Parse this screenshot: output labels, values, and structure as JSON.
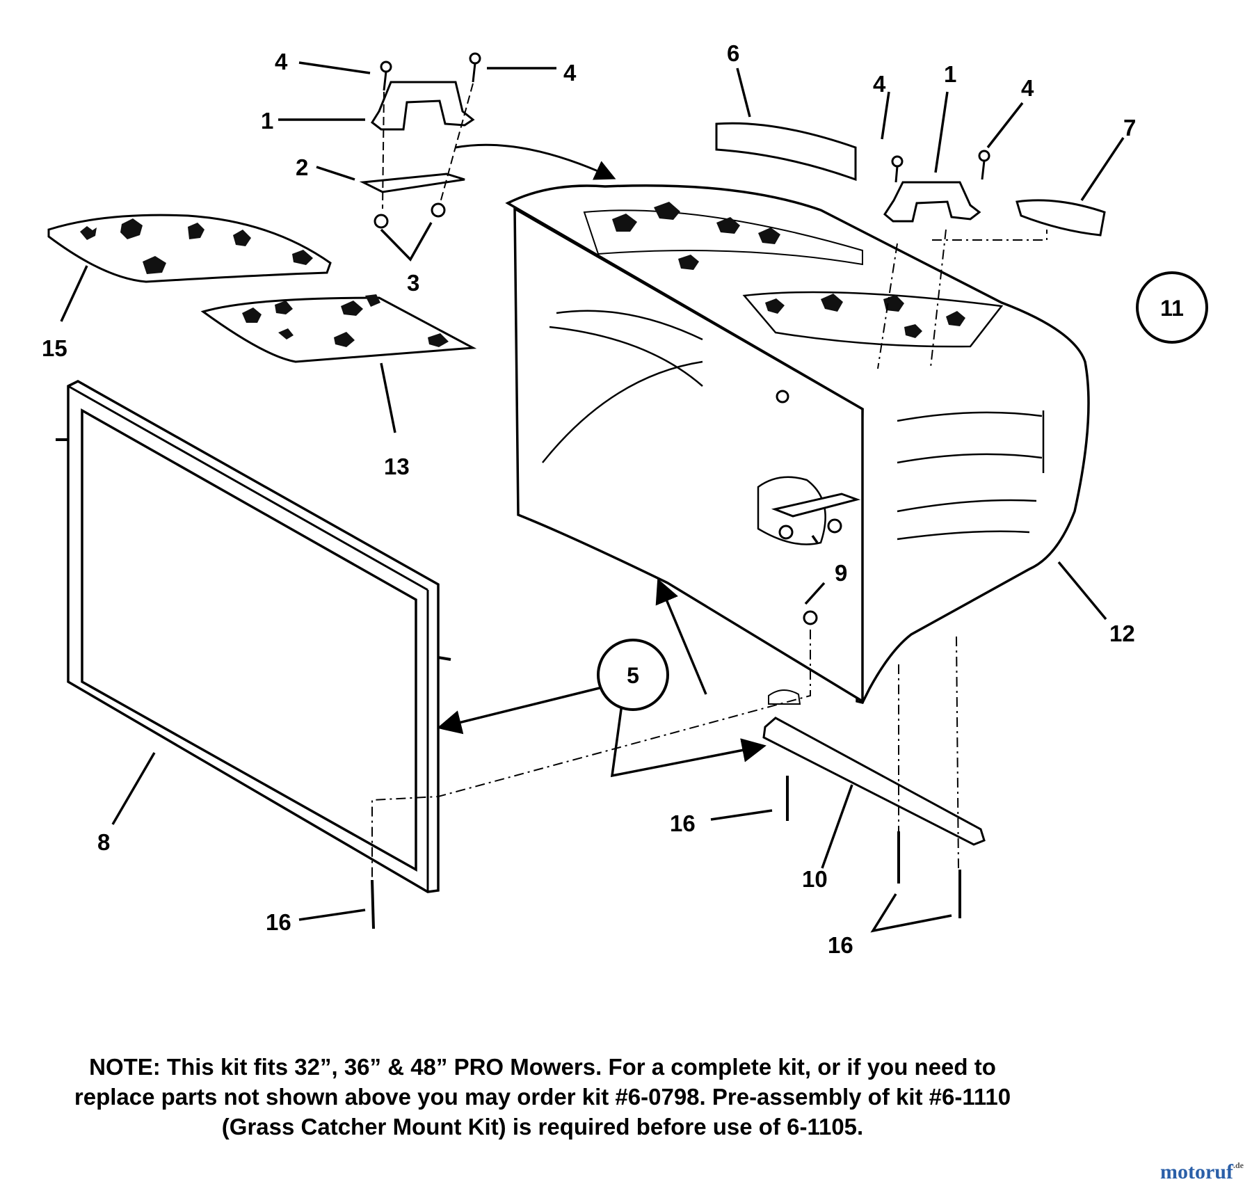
{
  "callouts": {
    "c1a": "1",
    "c1b": "1",
    "c2": "2",
    "c3": "3",
    "c4a": "4",
    "c4b": "4",
    "c4c": "4",
    "c4d": "4",
    "c5": "5",
    "c6": "6",
    "c7": "7",
    "c8": "8",
    "c9": "9",
    "c10": "10",
    "c11": "11",
    "c12": "12",
    "c13": "13",
    "c15": "15",
    "c16a": "16",
    "c16b": "16",
    "c16c": "16"
  },
  "note": {
    "line1": "NOTE: This kit fits 32”, 36” & 48” PRO Mowers. For a complete kit, or if you need to",
    "line2": "replace parts not shown above you may order kit #6-0798. Pre-assembly of kit #6-1110",
    "line3": "(Grass Catcher Mount Kit) is required before use of 6-1105."
  },
  "watermark": {
    "brand": "motoruf",
    "tld": ".de"
  },
  "colors": {
    "ink": "#000000",
    "background": "#ffffff",
    "watermark": "#2a5fa8"
  }
}
